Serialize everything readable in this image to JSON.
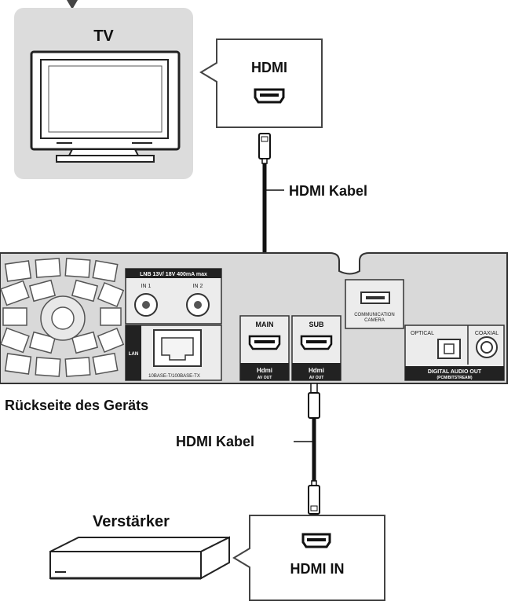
{
  "tv": {
    "label": "TV"
  },
  "tv_port": {
    "label": "HDMI"
  },
  "cable_top": {
    "label": "HDMI Kabel"
  },
  "cable_bottom": {
    "label": "HDMI Kabel"
  },
  "device": {
    "caption": "Rückseite des Geräts",
    "lnb_label": "LNB 13V/ 18V 400mA max",
    "in1": "IN 1",
    "in2": "IN 2",
    "lan_label": "LAN",
    "lan_sub": "10BASE-T/100BASE-TX",
    "main_label": "MAIN",
    "sub_label": "SUB",
    "hdmi_logo": "Hdmi",
    "av_out": "AV OUT",
    "comm_line1": "COMMUNICATION",
    "comm_line2": "CAMERA",
    "optical": "OPTICAL",
    "coaxial": "COAXIAL",
    "digital_audio": "DIGITAL AUDIO OUT",
    "digital_audio_sub": "(PCM/BITSTREAM)"
  },
  "amplifier": {
    "label": "Verstärker",
    "port_label": "HDMI IN"
  }
}
